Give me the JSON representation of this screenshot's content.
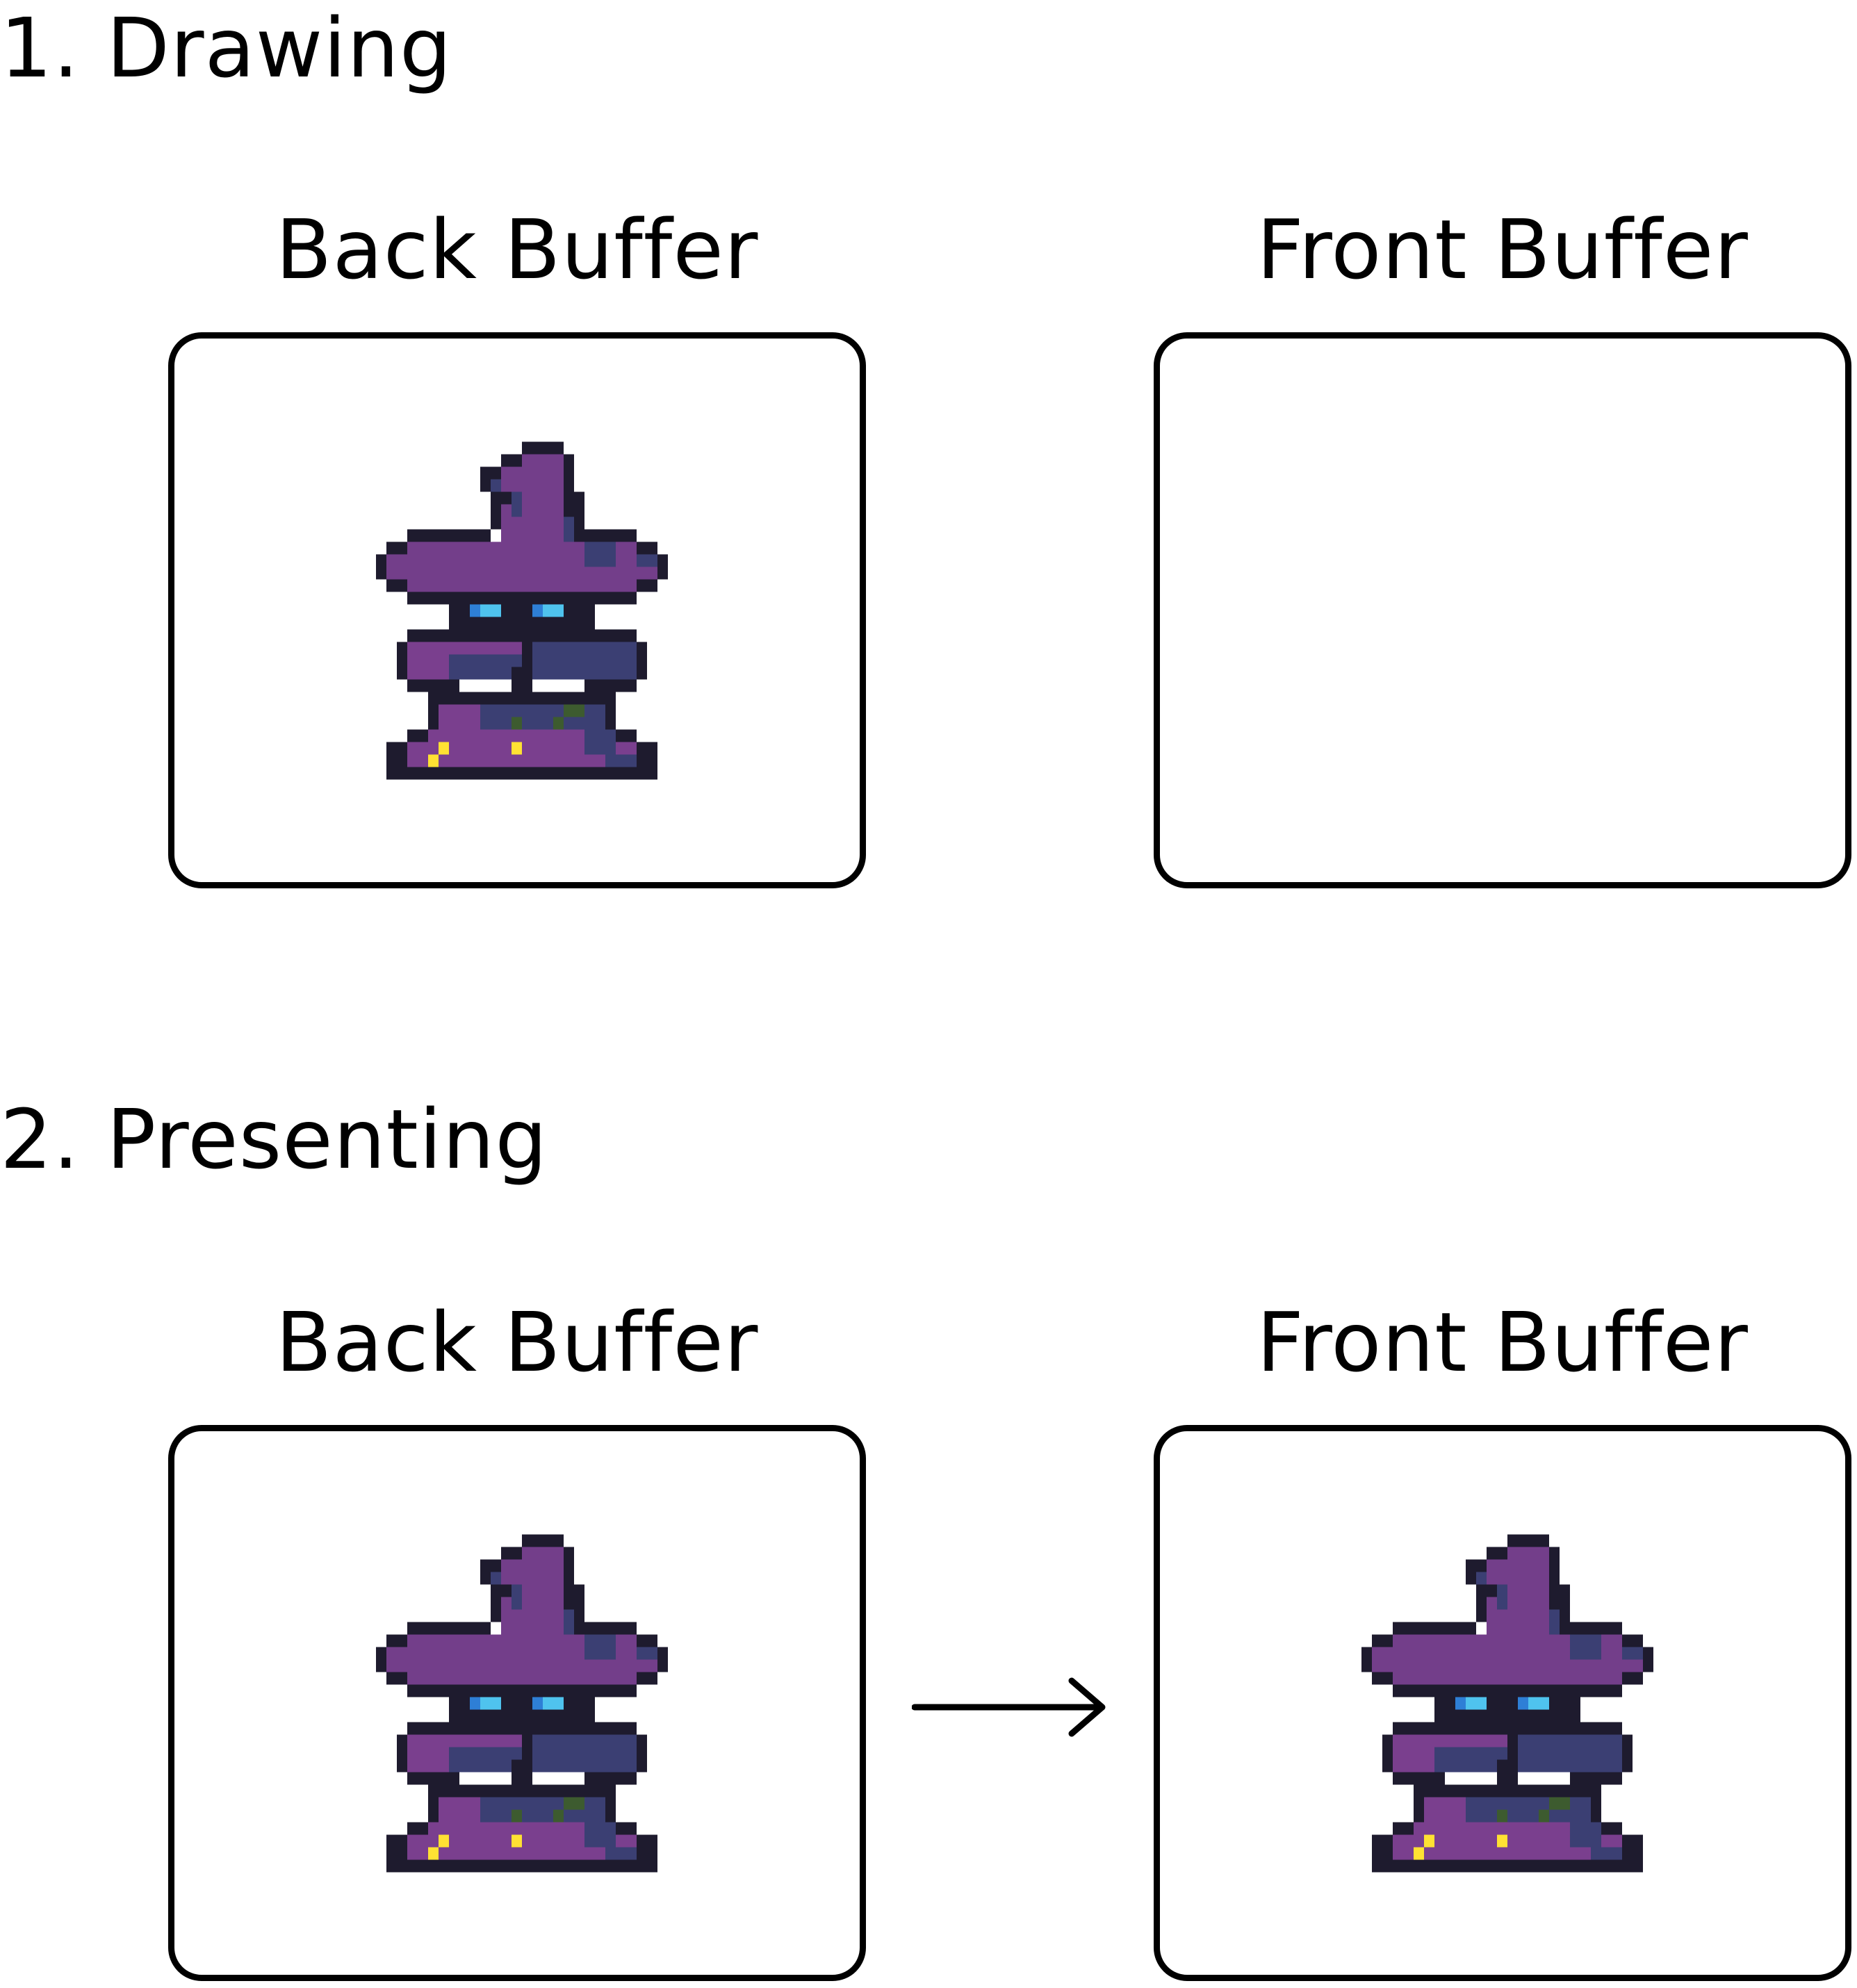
{
  "steps": [
    {
      "title": "1. Drawing",
      "back_buffer": {
        "label": "Back Buffer",
        "content": "wizard-sprite"
      },
      "front_buffer": {
        "label": "Front Buffer",
        "content": "empty"
      }
    },
    {
      "title": "2. Presenting",
      "back_buffer": {
        "label": "Back Buffer",
        "content": "wizard-sprite"
      },
      "front_buffer": {
        "label": "Front Buffer",
        "content": "wizard-sprite"
      },
      "arrow": "arrow-right-icon"
    }
  ],
  "colors": {
    "outline": "#1e1b2e",
    "hat": "#733e8a",
    "shade": "#3b3f73",
    "robe": "#7a3f8e",
    "eyes": "#4fc3ee",
    "stars": "#ffe133",
    "moss": "#3d5b2f",
    "border": "#000000",
    "background": "#ffffff"
  }
}
